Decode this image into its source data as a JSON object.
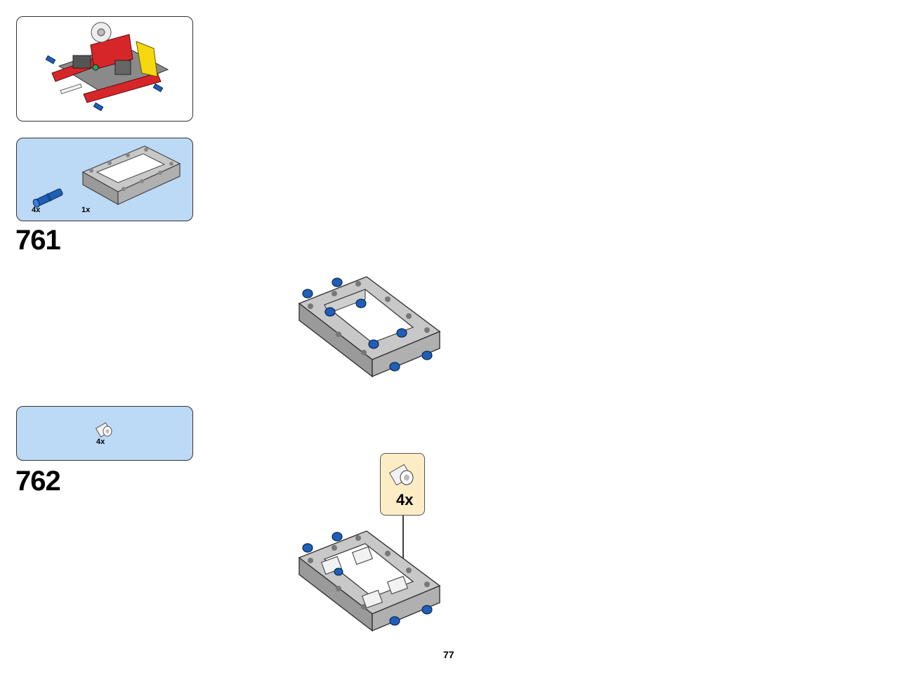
{
  "steps": [
    {
      "number": "761",
      "parts": [
        {
          "name": "blue axle connector pin",
          "qty": "4x",
          "color": "#1f5fb8"
        },
        {
          "name": "grey rectangular frame",
          "qty": "1x",
          "color": "#b8b8b8"
        }
      ]
    },
    {
      "number": "762",
      "parts": [
        {
          "name": "white bush",
          "qty": "4x",
          "color": "#f2f2f2"
        }
      ],
      "callout_qty": "4x"
    }
  ],
  "page_number": "77",
  "colors": {
    "parts_panel_bg": "#bcd9f5",
    "callout_bg": "#fdedc4",
    "technic_red": "#d7262a",
    "technic_blue": "#1f5fb8",
    "technic_grey": "#b8b8b8",
    "technic_yellow": "#f5d80f"
  }
}
